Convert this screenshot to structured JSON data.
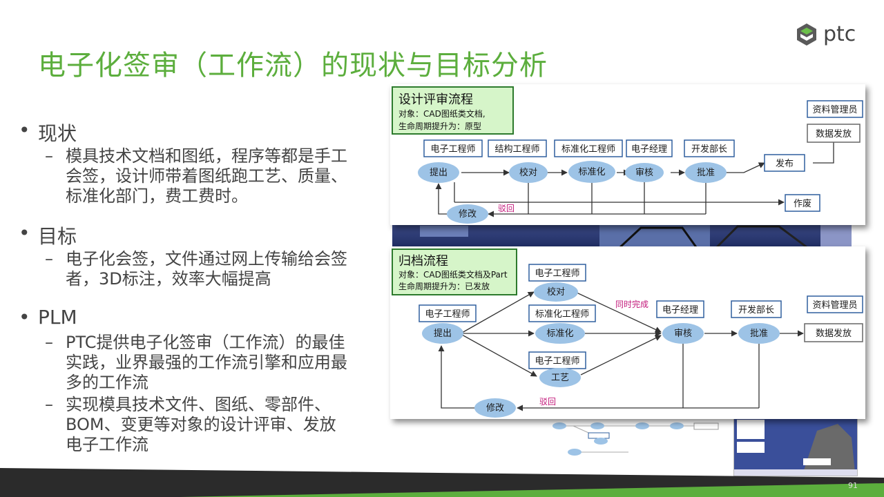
{
  "title": "电子化签审（工作流）的现状与目标分析",
  "logo": {
    "text": "ptc"
  },
  "bullets": [
    {
      "heading": "现状",
      "subs": [
        [
          "模具技术文档和图纸，程序等都是手工",
          "会签，设计师带着图纸跑工艺、质量、",
          "标准化部门，费工费时。"
        ]
      ]
    },
    {
      "heading": "目标",
      "subs": [
        [
          "电子化会签，文件通过网上传输给会签",
          "者，3D标注，效率大幅提高"
        ]
      ]
    },
    {
      "heading": "PLM",
      "subs": [
        [
          "PTC提供电子化签审（工作流）的最佳",
          "实践，业界最强的工作流引擎和应用最",
          "多的工作流"
        ],
        [
          "实现模具技术文件、图纸、零部件、",
          "BOM、变更等对象的设计评审、发放",
          "电子工作流"
        ]
      ]
    }
  ],
  "design_review": {
    "header_title": "设计评审流程",
    "header_line1": "对象：CAD图纸类文档,",
    "header_line2": "生命周期提升为：原型",
    "roles": [
      "电子工程师",
      "结构工程师",
      "标准化工程师",
      "电子经理",
      "开发部长"
    ],
    "nodes": [
      "提出",
      "校对",
      "标准化",
      "审核",
      "批准",
      "修改"
    ],
    "publish": "发布",
    "void": "作废",
    "admin": "资料管理员",
    "release": "数据发放",
    "reject": "驳回"
  },
  "archive": {
    "header_title": "归档流程",
    "header_line1": "对象：CAD图纸类文档及Part",
    "header_line2": "生命周期提升为：已发放",
    "roles": {
      "submit": "电子工程师",
      "check": "电子工程师",
      "std": "标准化工程师",
      "craft": "电子工程师",
      "manager": "电子经理",
      "director": "开发部长",
      "admin": "资料管理员"
    },
    "nodes": {
      "submit": "提出",
      "check": "校对",
      "std": "标准化",
      "craft": "工艺",
      "audit": "审核",
      "approve": "批准",
      "modify": "修改"
    },
    "simultaneous": "同时完成",
    "release": "数据发放",
    "reject": "驳回"
  },
  "page_number": "91",
  "colors": {
    "title_green": "#5cae3d",
    "node_blue": "#9dc3e6",
    "box_blue": "#2f5f9e",
    "header_green_bg": "#d6f5c9",
    "reject_red": "#c2187a",
    "footer_dark": "#2b2b2b",
    "footer_green": "#5cae3d"
  }
}
